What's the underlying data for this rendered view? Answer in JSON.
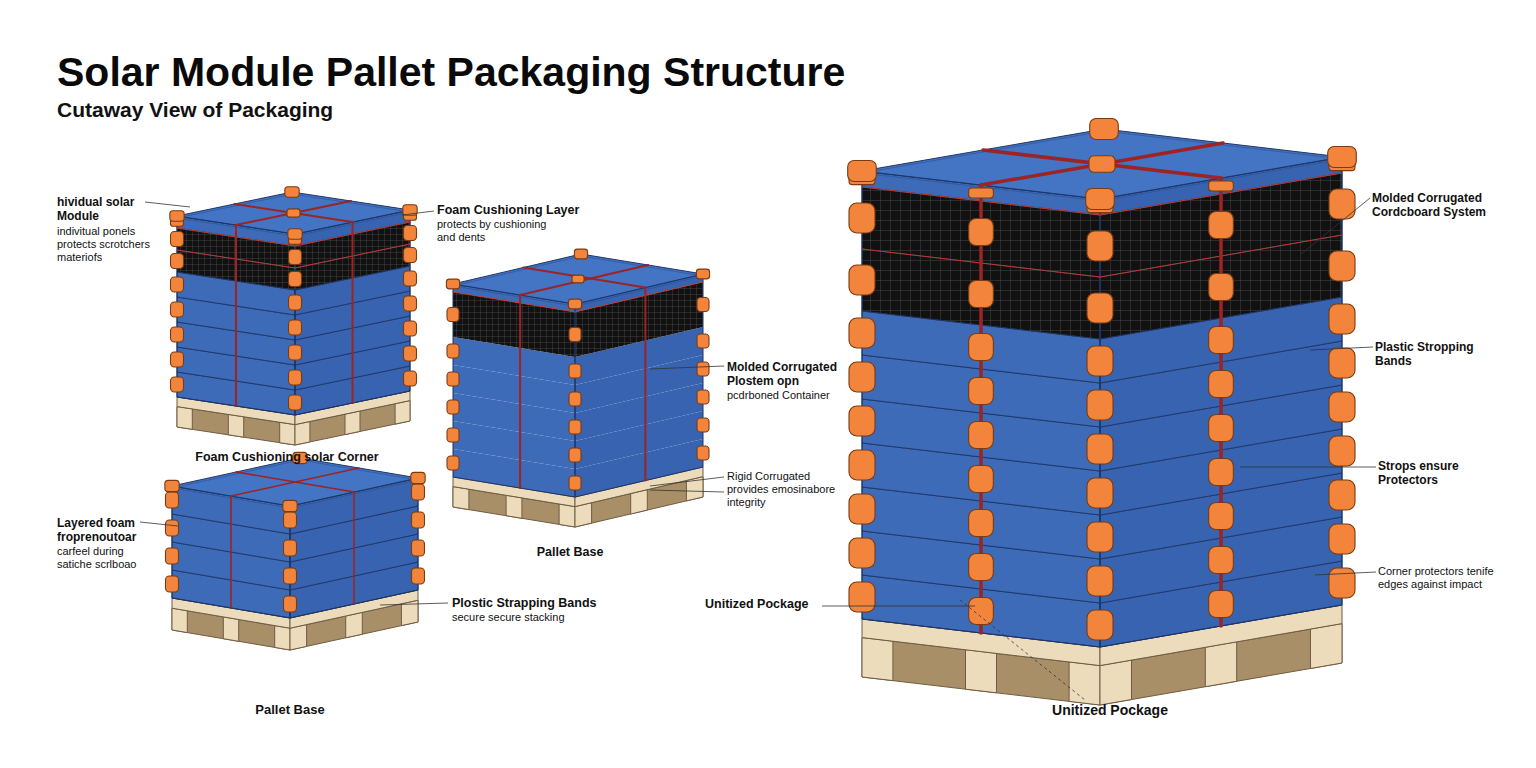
{
  "diagram": {
    "title": "Solar Module Pallet Packaging Structure",
    "labels": [
      "Cutaway View of Packaging",
      "hividual solar Module",
      "indivitual ponels protects scrotchers materiofs",
      "Foam Cushioning Layer",
      "protects by cushioning and dents",
      "Foam Cushioning solar Corner",
      "Molded Corrugated Plostem opn",
      "pcdrboned Container",
      "Rigid Corrugated provides emosinabore integrity",
      "Pallet Base",
      "Layered foam froprenoutoar",
      "carfeel during satiche scrlboao",
      "Plostic Strapping Bands",
      "secure secure stacking",
      "Unitized Pockage",
      "Pallet Base",
      "Molded Corrugated Cordcboard System",
      "Plastic Stropping Bands",
      "Strops ensure Protectors",
      "Corner protectors tenife edges against impact",
      "Unitized Pockage"
    ]
  }
}
